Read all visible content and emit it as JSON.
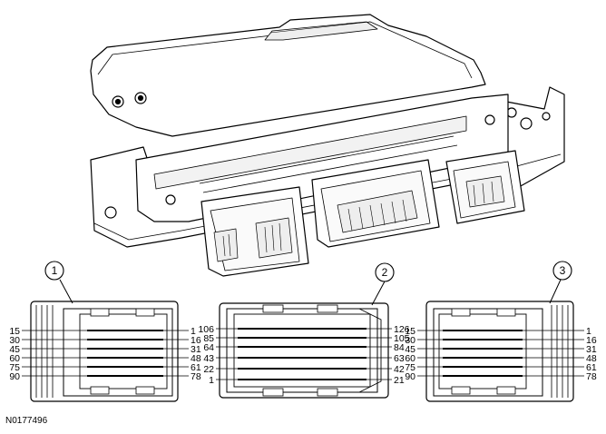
{
  "figure_id": "N0177496",
  "connectors": [
    {
      "callout": "1",
      "left_pins": [
        "15",
        "30",
        "45",
        "60",
        "75",
        "90"
      ],
      "right_pins": [
        "1",
        "16",
        "31",
        "48",
        "61",
        "78"
      ]
    },
    {
      "callout": "2",
      "left_pins": [
        "106",
        "85",
        "64",
        "43",
        "22",
        "1"
      ],
      "right_pins": [
        "126",
        "105",
        "84",
        "63",
        "42",
        "21"
      ]
    },
    {
      "callout": "3",
      "left_pins": [
        "15",
        "30",
        "45",
        "60",
        "75",
        "90"
      ],
      "right_pins": [
        "1",
        "16",
        "31",
        "48",
        "61",
        "78"
      ]
    }
  ]
}
